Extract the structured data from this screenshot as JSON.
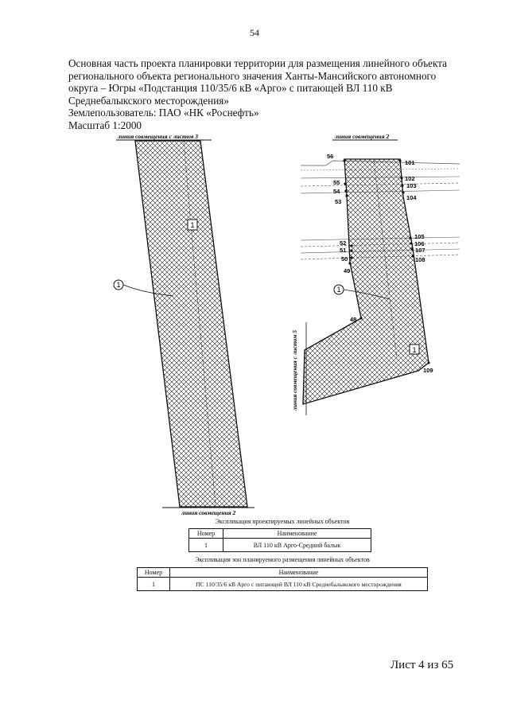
{
  "page_number": "54",
  "header": {
    "lines": [
      "Основная часть проекта планировки территории для размещения линейного объекта",
      "регионального объекта регионального значения Ханты-Мансийского автономного",
      "округа – Югры «Подстанция 110/35/6 кВ «Арго» с питающей ВЛ 110 кВ",
      "Среднебалыкского месторождения»"
    ],
    "land_user": "Землепользователь: ПАО «НК «Роснефть»",
    "scale": "Масштаб 1:2000"
  },
  "drawing": {
    "line_labels": {
      "left_top": "линия совмещения с листом 3",
      "left_bottom": "линия совмещения 2",
      "right_top": "линия совмещения 2",
      "right_side": "линия совмещения с листом 5"
    },
    "zone_marker": "1",
    "object_marker": "1",
    "point_labels": [
      "56",
      "101",
      "102",
      "55",
      "103",
      "54",
      "53",
      "104",
      "105",
      "52",
      "106",
      "51",
      "107",
      "50",
      "108",
      "49",
      "48",
      "109"
    ]
  },
  "table1": {
    "caption": "Экспликация проектируемых линейных объектов",
    "headers": [
      "Номер",
      "Наименование"
    ],
    "rows": [
      [
        "1",
        "ВЛ 110 кВ Арго-Средний балык"
      ]
    ]
  },
  "table2": {
    "caption": "Экспликация зон планируемого размещения линейных объектов",
    "headers": [
      "Номер",
      "Наименование"
    ],
    "rows": [
      [
        "1",
        "ПС 110/35/6 кВ Арго с питающей ВЛ 110 кВ Среднебалыкского месторождения"
      ]
    ]
  },
  "footer": "Лист 4 из 65"
}
